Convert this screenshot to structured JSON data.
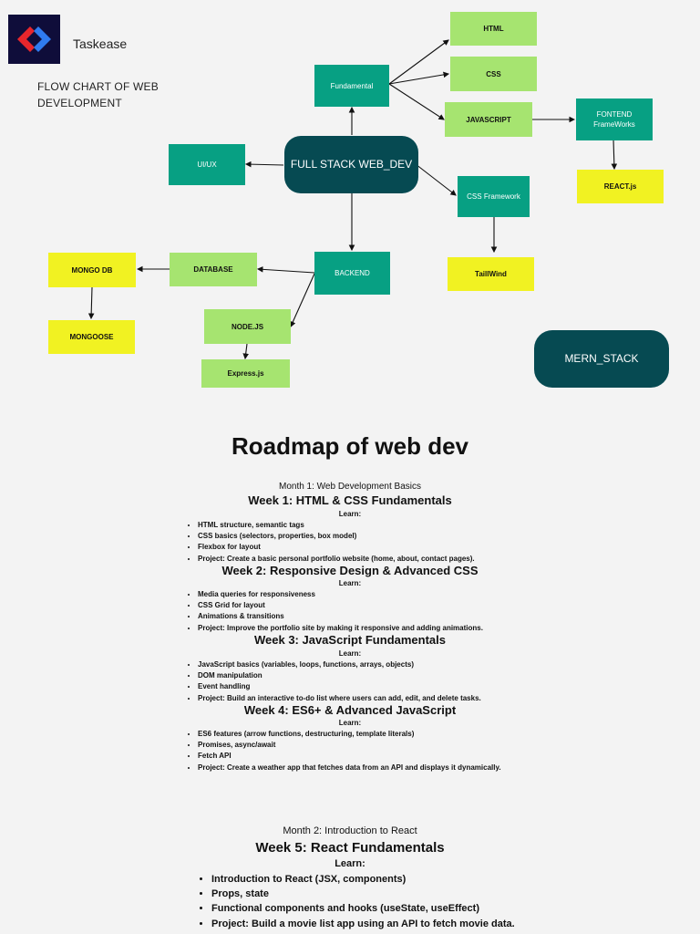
{
  "brand": "Taskease",
  "subtitle": "FLOW CHART OF WEB DEVELOPMENT",
  "nodes": {
    "html": "HTML",
    "css": "CSS",
    "fundamental": "Fundamental",
    "javascript": "JAVASCRIPT",
    "frontend_frameworks": "FONTEND FrameWorks",
    "react": "REACT.js",
    "uiux": "UI/UX",
    "fullstack": "FULL STACK WEB_DEV",
    "css_framework": "CSS Framework",
    "tailwind": "TaillWind",
    "mongodb": "MONGO DB",
    "database": "DATABASE",
    "backend": "BACKEND",
    "mongoose": "MONGOOSE",
    "nodejs": "NODE.JS",
    "express": "Express.js",
    "mern": "MERN_STACK"
  },
  "colors": {
    "teal": "#07a083",
    "light_green": "#a6e470",
    "yellow": "#f1f222",
    "dark_teal": "#064a52",
    "logo_red": "#e8262c",
    "logo_blue": "#2f7bf0",
    "logo_bg": "#0f0d3a"
  },
  "roadmap": {
    "title": "Roadmap of web dev",
    "month1": {
      "title": "Month 1: Web Development Basics",
      "weeks": [
        {
          "title": "Week 1: HTML & CSS Fundamentals",
          "learn": "Learn:",
          "items": [
            "HTML structure, semantic tags",
            "CSS basics (selectors, properties, box model)",
            "Flexbox for layout",
            "Project: Create a basic personal portfolio website (home, about, contact pages)."
          ]
        },
        {
          "title": "Week 2: Responsive Design & Advanced CSS",
          "learn": "Learn:",
          "items": [
            "Media queries for responsiveness",
            "CSS Grid for layout",
            "Animations & transitions",
            "Project: Improve the portfolio site by making it responsive and adding animations."
          ]
        },
        {
          "title": "Week 3: JavaScript Fundamentals",
          "learn": "Learn:",
          "items": [
            "JavaScript basics (variables, loops, functions, arrays, objects)",
            "DOM manipulation",
            "Event handling",
            "Project: Build an interactive to-do list where users can add, edit, and delete tasks."
          ]
        },
        {
          "title": "Week 4: ES6+ & Advanced JavaScript",
          "learn": "Learn:",
          "items": [
            "ES6 features (arrow functions, destructuring, template literals)",
            "Promises, async/await",
            "Fetch API",
            "Project: Create a weather app that fetches data from an API and displays it dynamically."
          ]
        }
      ]
    },
    "month2": {
      "title": "Month 2: Introduction to React",
      "weeks": [
        {
          "title": "Week 5: React Fundamentals",
          "learn": "Learn:",
          "items": [
            "Introduction to React (JSX, components)",
            "Props, state",
            "Functional components and hooks (useState, useEffect)",
            "Project: Build a movie list app using an API to fetch movie data."
          ]
        }
      ]
    }
  }
}
